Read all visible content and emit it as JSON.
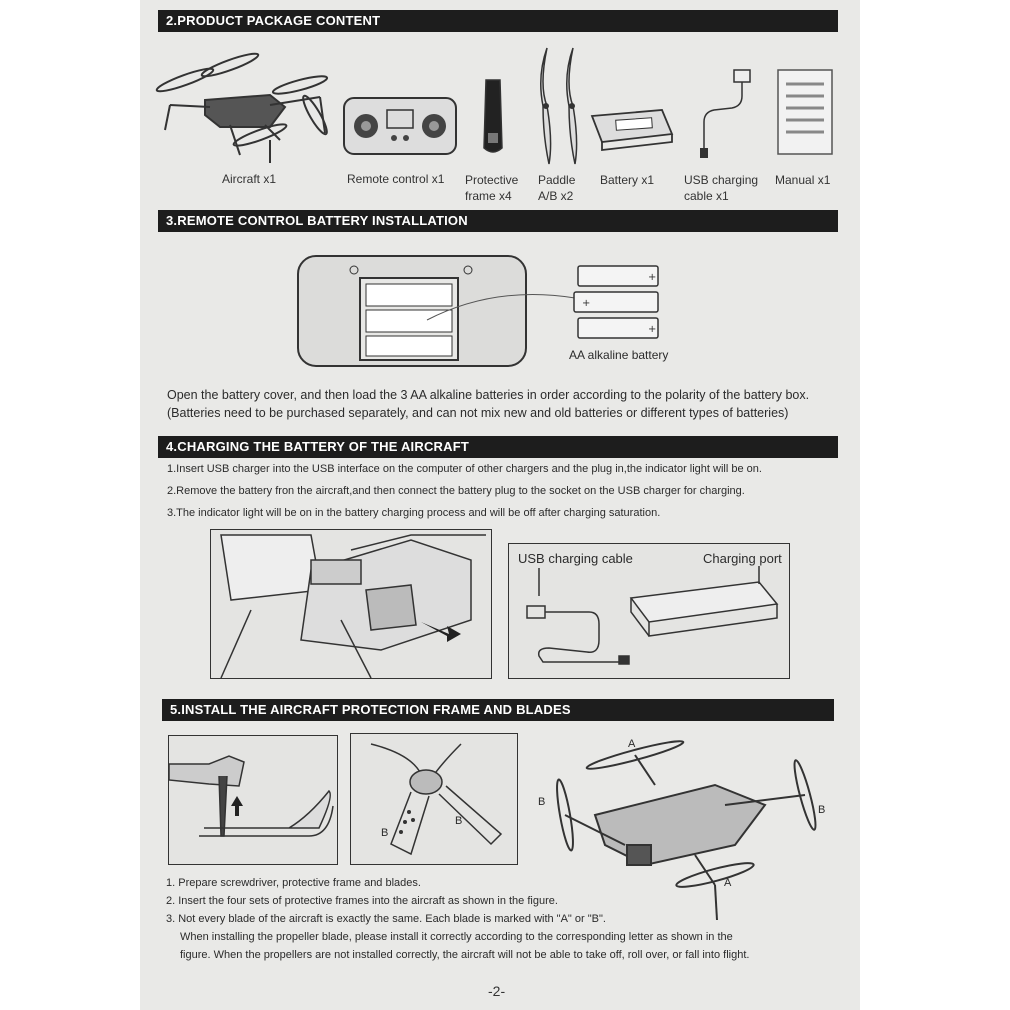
{
  "sections": {
    "s2": {
      "title": "2.PRODUCT PACKAGE CONTENT"
    },
    "s3": {
      "title": "3.REMOTE CONTROL BATTERY INSTALLATION"
    },
    "s4": {
      "title": "4.CHARGING THE BATTERY OF THE AIRCRAFT"
    },
    "s5": {
      "title": "5.INSTALL THE AIRCRAFT PROTECTION FRAME AND BLADES"
    }
  },
  "package": {
    "aircraft": "Aircraft x1",
    "remote": "Remote control x1",
    "protective_1": "Protective",
    "protective_2": "frame x4",
    "paddle_1": "Paddle",
    "paddle_2": "A/B x2",
    "battery": "Battery x1",
    "usb_1": "USB charging",
    "usb_2": "cable x1",
    "manual": "Manual x1"
  },
  "remote_battery": {
    "label": "AA alkaline battery",
    "line1": "Open the battery cover, and then load the 3 AA alkaline batteries in order according to the polarity of the battery box.",
    "line2": "(Batteries need to be purchased separately, and can not mix new and old batteries or different types of batteries)"
  },
  "charging": {
    "step1": "1.Insert USB charger into the USB interface on the computer of other chargers and the plug in,the indicator light will be on.",
    "step2": "2.Remove the battery fron the aircraft,and then connect the battery plug to the socket on the USB charger for charging.",
    "step3": "3.The indicator light will be on in the battery charging process and will be off after charging saturation.",
    "cable_label": "USB charging cable",
    "port_label": "Charging port"
  },
  "install": {
    "step1": "1. Prepare screwdriver, protective frame and blades.",
    "step2": "2. Insert the four sets of protective frames into the aircraft as shown in the figure.",
    "step3": "3. Not every blade of the aircraft is exactly the same. Each blade is marked with \"A\" or \"B\".",
    "step3b": "When installing the propeller blade, please install it correctly according to the corresponding letter as shown in the",
    "step3c": "figure. When the propellers are not installed correctly, the aircraft will not be able to take off, roll over, or fall into flight.",
    "mark_a": "A",
    "mark_b": "B"
  },
  "page_number": "-2-"
}
